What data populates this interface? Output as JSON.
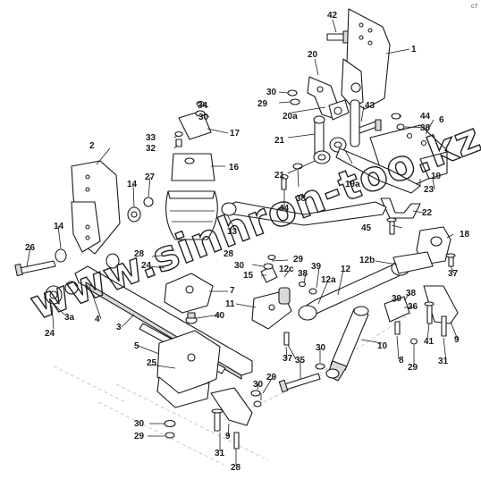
{
  "watermark": "www.sinhron-too.kz",
  "corner_mark": "c7",
  "callouts": [
    "42",
    "1",
    "20",
    "30",
    "29",
    "20a",
    "43",
    "44",
    "6",
    "38",
    "34",
    "30",
    "17",
    "33",
    "32",
    "21",
    "21",
    "19",
    "19a",
    "23",
    "16",
    "2",
    "27",
    "14",
    "44",
    "38",
    "45",
    "22",
    "14",
    "26",
    "13",
    "18",
    "28",
    "24",
    "28",
    "30",
    "29",
    "12c",
    "12b",
    "38",
    "39",
    "15",
    "12a",
    "12",
    "37",
    "7",
    "11",
    "39",
    "38",
    "36",
    "3a",
    "24",
    "4",
    "3",
    "40",
    "10",
    "8",
    "41",
    "9",
    "29",
    "31",
    "5",
    "25",
    "37",
    "35",
    "30",
    "30",
    "29",
    "30",
    "29",
    "31",
    "9",
    "28"
  ]
}
